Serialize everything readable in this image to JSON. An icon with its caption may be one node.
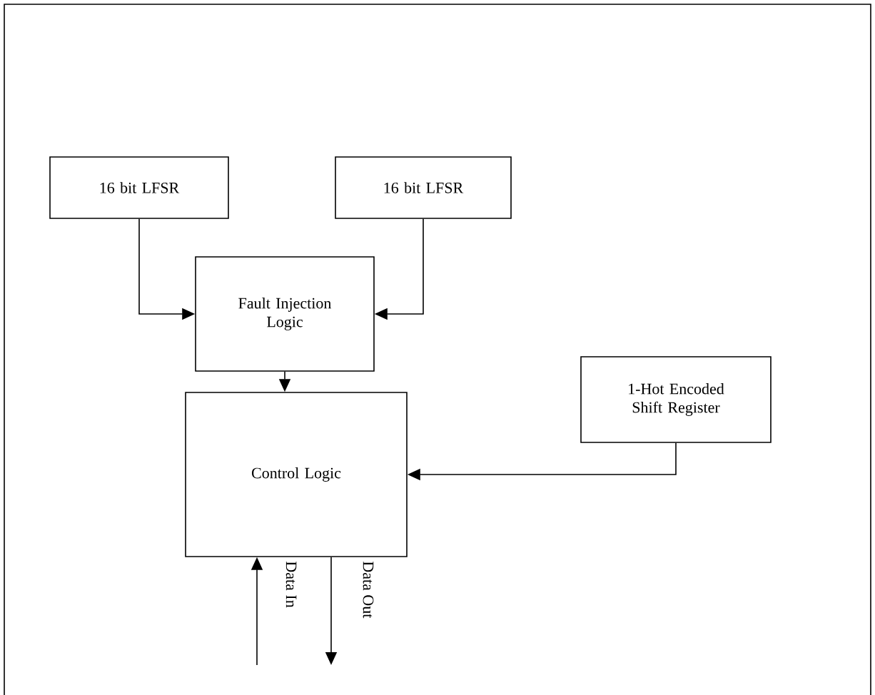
{
  "diagram": {
    "nodes": [
      {
        "text": [
          "16 bit LFSR"
        ]
      },
      {
        "text": [
          "16 bit LFSR"
        ]
      },
      {
        "text": [
          "Fault Injection Logic"
        ]
      },
      {
        "text": [
          "1-Hot Encoded Shift Register"
        ]
      },
      {
        "text": [
          "Control Logic"
        ]
      }
    ],
    "edges": [
      {
        "from": 0,
        "to": 2,
        "arrow": "to"
      },
      {
        "from": 1,
        "to": 2,
        "arrow": "to"
      },
      {
        "from": 2,
        "to": 4,
        "arrow": "to"
      },
      {
        "from": 3,
        "to": 4,
        "arrow": "to"
      },
      {
        "from": null,
        "to": 4,
        "arrow": "to"
      },
      {
        "from": 4,
        "to": null,
        "arrow": "to"
      }
    ],
    "labels": [
      "Data In",
      "Data Out"
    ]
  }
}
